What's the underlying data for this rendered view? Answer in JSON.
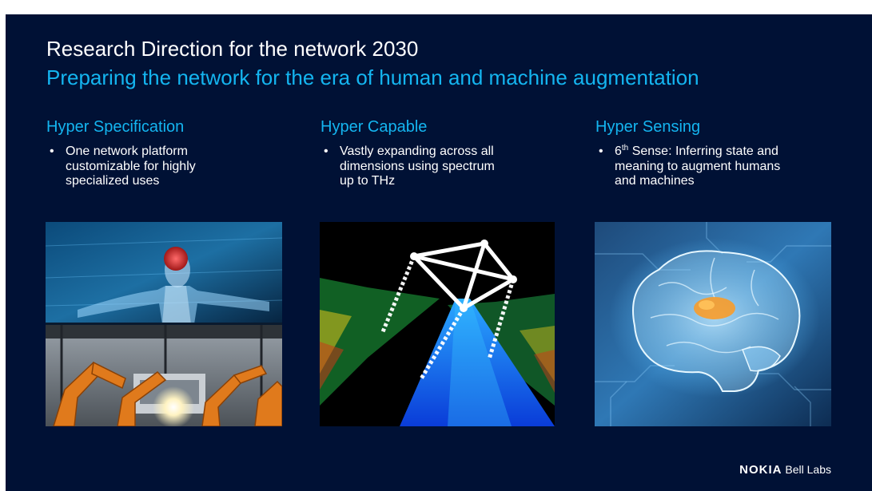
{
  "slide": {
    "title": "Research Direction for the network 2030",
    "subtitle": "Preparing the network for the era of human and machine augmentation"
  },
  "columns": [
    {
      "heading": "Hyper Specification",
      "bullet_text": "One network platform\ncustomizable for highly\nspecialized uses"
    },
    {
      "heading": "Hyper  Capable",
      "bullet_text": "Vastly expanding across all\ndimensions using spectrum\nup to THz"
    },
    {
      "heading": "Hyper Sensing",
      "bullet_prefix": "6",
      "bullet_sup": "th",
      "bullet_text": " Sense: Inferring state and\nmeaning to augment humans\nand machines"
    }
  ],
  "bullet_symbol": "•",
  "brand": {
    "logo": "NOKIA",
    "unit": "Bell Labs"
  },
  "colors": {
    "background": "#001135",
    "accent": "#14b5f0",
    "text": "#ffffff"
  }
}
